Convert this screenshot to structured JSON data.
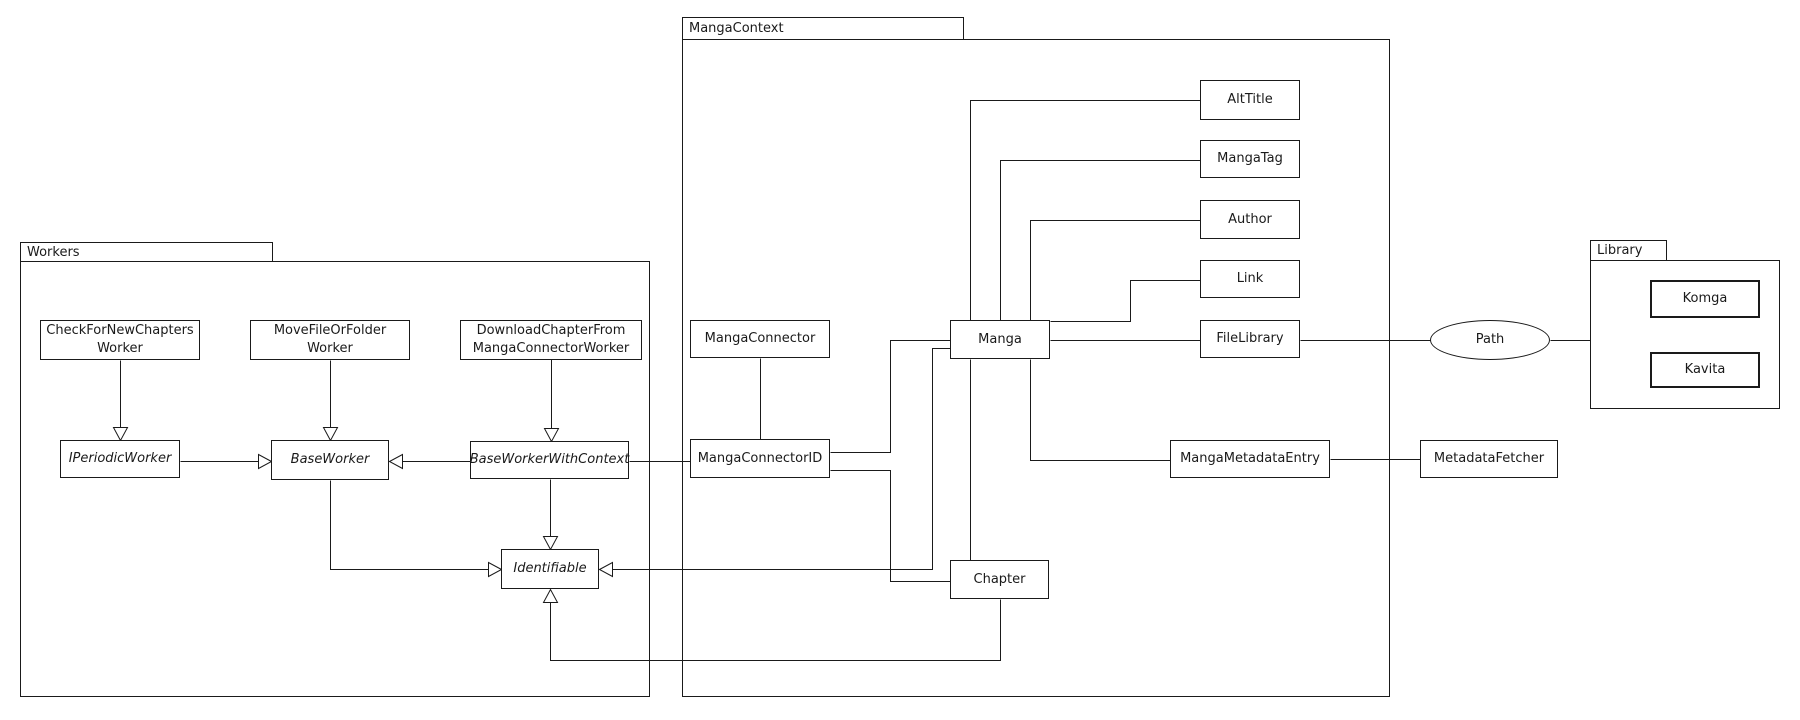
{
  "packages": {
    "workers": "Workers",
    "manga_context": "MangaContext",
    "library": "Library"
  },
  "nodes": {
    "check_for_new_chapters_worker": "CheckForNewChapters\nWorker",
    "move_file_or_folder_worker": "MoveFileOrFolder\nWorker",
    "download_chapter_from_manga_connector_worker": "DownloadChapterFrom\nMangaConnectorWorker",
    "i_periodic_worker": "IPeriodicWorker",
    "base_worker": "BaseWorker",
    "base_worker_with_context": "BaseWorkerWithContext",
    "identifiable": "Identifiable",
    "manga_connector": "MangaConnector",
    "manga_connector_id": "MangaConnectorID",
    "manga": "Manga",
    "chapter": "Chapter",
    "alt_title": "AltTitle",
    "manga_tag": "MangaTag",
    "author": "Author",
    "link": "Link",
    "file_library": "FileLibrary",
    "manga_metadata_entry": "MangaMetadataEntry",
    "metadata_fetcher": "MetadataFetcher",
    "komga": "Komga",
    "kavita": "Kavita",
    "path": "Path"
  },
  "edges": [
    {
      "from": "CheckForNewChaptersWorker",
      "to": "IPeriodicWorker",
      "type": "generalization"
    },
    {
      "from": "MoveFileOrFolderWorker",
      "to": "BaseWorker",
      "type": "generalization"
    },
    {
      "from": "DownloadChapterFromMangaConnectorWorker",
      "to": "BaseWorkerWithContext",
      "type": "generalization"
    },
    {
      "from": "IPeriodicWorker",
      "to": "BaseWorker",
      "type": "generalization"
    },
    {
      "from": "BaseWorkerWithContext",
      "to": "BaseWorker",
      "type": "generalization"
    },
    {
      "from": "BaseWorkerWithContext",
      "to": "Identifiable",
      "type": "generalization"
    },
    {
      "from": "BaseWorker",
      "to": "Identifiable",
      "type": "generalization"
    },
    {
      "from": "Manga",
      "to": "Identifiable",
      "type": "generalization"
    },
    {
      "from": "Chapter",
      "to": "Identifiable",
      "type": "generalization"
    },
    {
      "from": "MangaConnector",
      "to": "MangaConnectorID",
      "type": "association"
    },
    {
      "from": "BaseWorkerWithContext",
      "to": "MangaConnectorID",
      "type": "association"
    },
    {
      "from": "MangaConnectorID",
      "to": "Manga",
      "type": "association"
    },
    {
      "from": "MangaConnectorID",
      "to": "Chapter",
      "type": "association"
    },
    {
      "from": "Manga",
      "to": "AltTitle",
      "type": "association"
    },
    {
      "from": "Manga",
      "to": "MangaTag",
      "type": "association"
    },
    {
      "from": "Manga",
      "to": "Author",
      "type": "association"
    },
    {
      "from": "Manga",
      "to": "Link",
      "type": "association"
    },
    {
      "from": "Manga",
      "to": "FileLibrary",
      "type": "association"
    },
    {
      "from": "Manga",
      "to": "Chapter",
      "type": "association"
    },
    {
      "from": "Manga",
      "to": "MangaMetadataEntry",
      "type": "association"
    },
    {
      "from": "FileLibrary",
      "to": "Path",
      "type": "association"
    },
    {
      "from": "Path",
      "to": "Library",
      "type": "association"
    },
    {
      "from": "MangaMetadataEntry",
      "to": "MetadataFetcher",
      "type": "association"
    }
  ],
  "colors": {
    "stroke": "#1a1a1a",
    "background": "#ffffff"
  }
}
